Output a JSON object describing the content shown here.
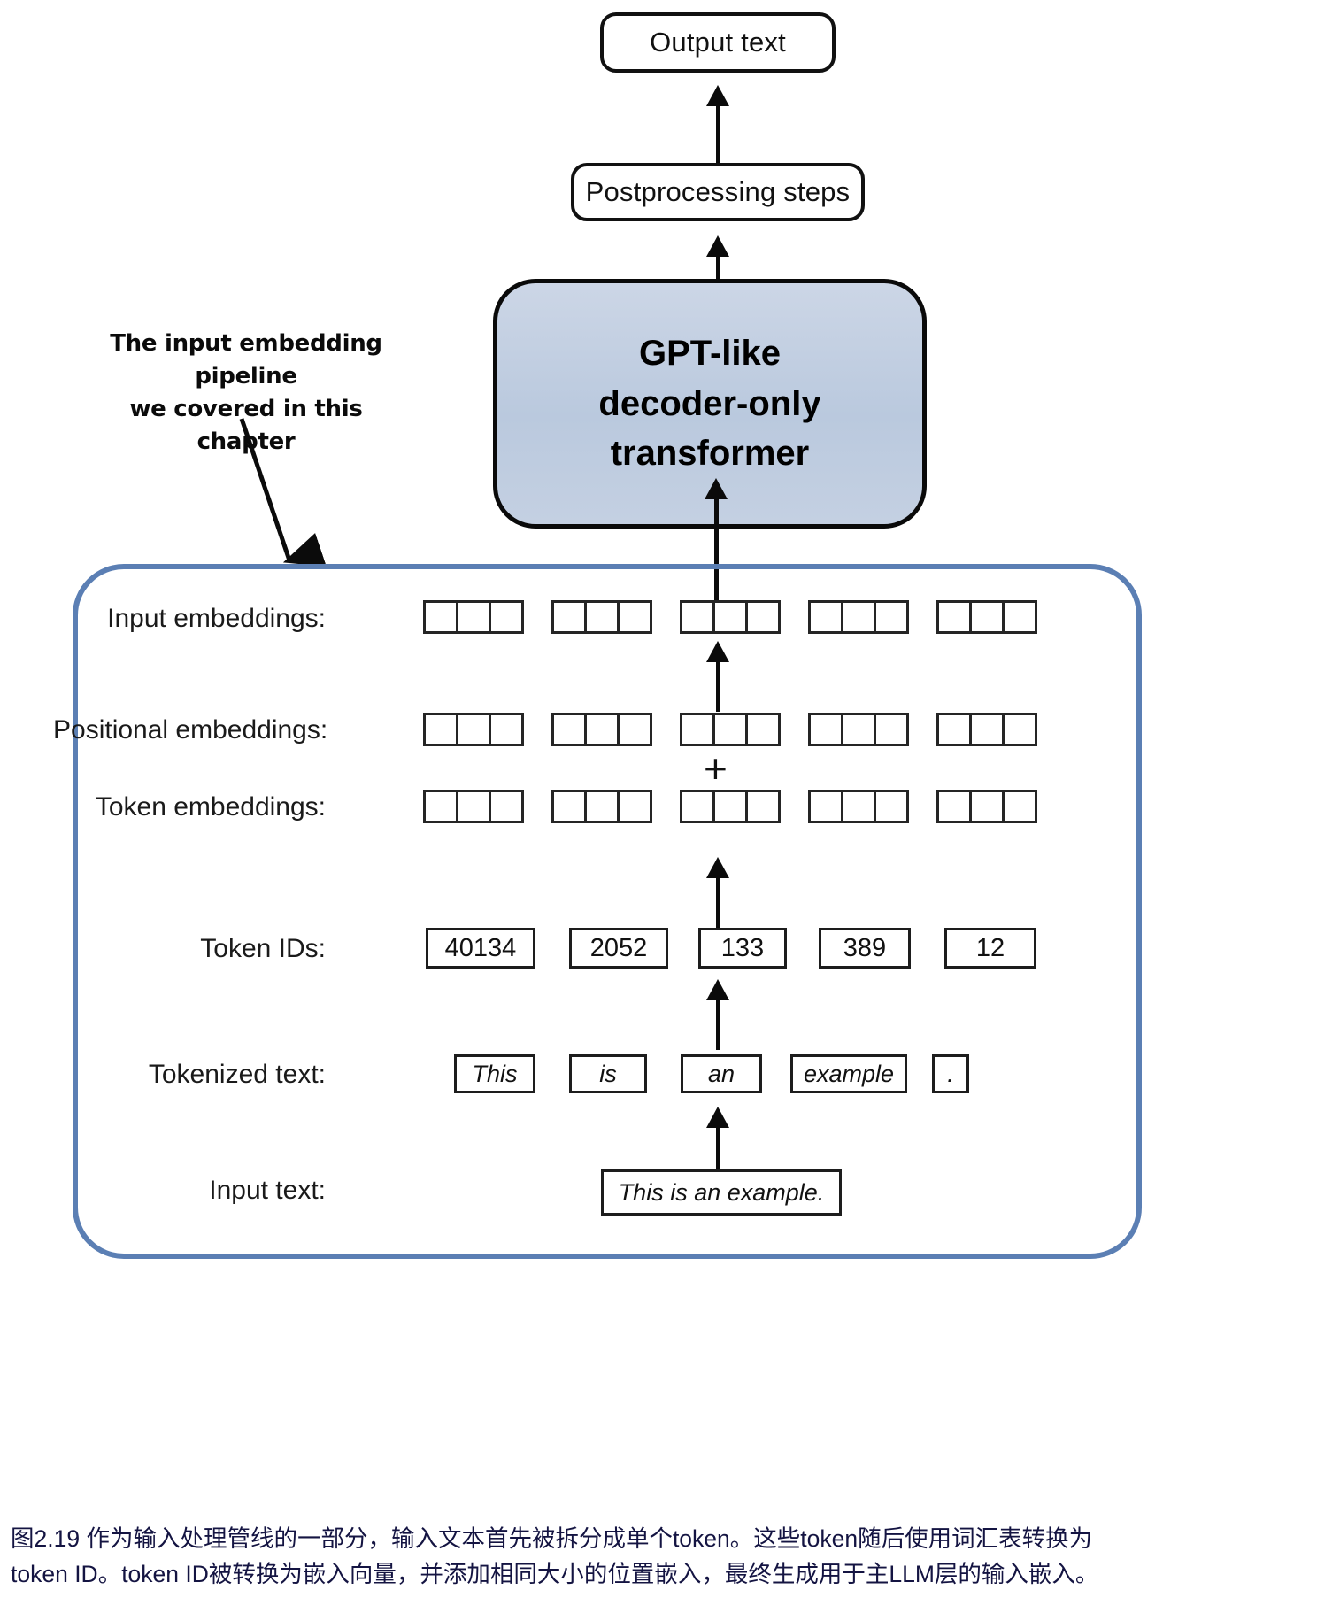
{
  "figure": {
    "top_flow": {
      "output_text_label": "Output text",
      "postprocessing_label": "Postprocessing steps",
      "model_label": "GPT-like\ndecoder-only\ntransformer"
    },
    "annotation": {
      "line1": "The input embedding pipeline",
      "line2": "we covered in this chapter"
    },
    "rows": {
      "input_embeddings_label": "Input embeddings:",
      "positional_embeddings_label": "Positional embeddings:",
      "token_embeddings_label": "Token embeddings:",
      "token_ids_label": "Token IDs:",
      "tokenized_text_label": "Tokenized text:",
      "input_text_label": "Input text:"
    },
    "operator": {
      "plus": "+"
    },
    "token_ids": [
      "40134",
      "2052",
      "133",
      "389",
      "12"
    ],
    "tokens": [
      "This",
      "is",
      "an",
      "example",
      "."
    ],
    "input_text_value": "This is an example.",
    "embedding_groups": 5,
    "embedding_cells_per_group": 3,
    "colors": {
      "model_box_fill": "#c3cfe0",
      "pipeline_border": "#5b7fb4",
      "stroke": "#111111",
      "caption": "#141442"
    }
  },
  "caption": {
    "line1": "图2.19 作为输入处理管线的一部分，输入文本首先被拆分成单个token。这些token随后使用词汇表转换为",
    "line2": "token ID。token ID被转换为嵌入向量，并添加相同大小的位置嵌入，最终生成用于主LLM层的输入嵌入。"
  }
}
